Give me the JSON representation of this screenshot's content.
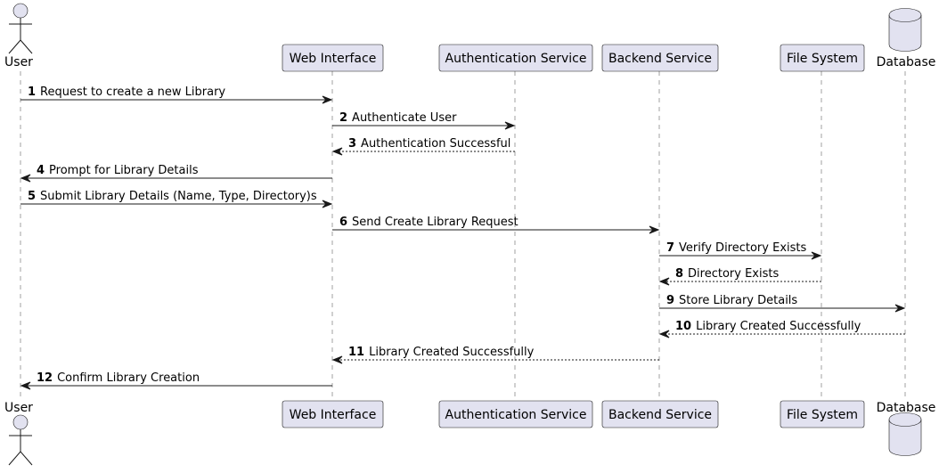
{
  "participants": [
    {
      "id": "user",
      "label": "User",
      "kind": "actor"
    },
    {
      "id": "web",
      "label": "Web Interface",
      "kind": "participant"
    },
    {
      "id": "auth",
      "label": "Authentication Service",
      "kind": "participant"
    },
    {
      "id": "backend",
      "label": "Backend Service",
      "kind": "participant"
    },
    {
      "id": "fs",
      "label": "File System",
      "kind": "participant"
    },
    {
      "id": "db",
      "label": "Database",
      "kind": "database"
    }
  ],
  "messages": [
    {
      "num": "1",
      "text": "Request to create a new Library",
      "from": "user",
      "to": "web",
      "type": "sync"
    },
    {
      "num": "2",
      "text": "Authenticate User",
      "from": "web",
      "to": "auth",
      "type": "sync"
    },
    {
      "num": "3",
      "text": "Authentication Successful",
      "from": "auth",
      "to": "web",
      "type": "return"
    },
    {
      "num": "4",
      "text": "Prompt for Library Details",
      "from": "web",
      "to": "user",
      "type": "sync"
    },
    {
      "num": "5",
      "text": "Submit Library Details (Name, Type, Directory)s",
      "from": "user",
      "to": "web",
      "type": "sync"
    },
    {
      "num": "6",
      "text": "Send Create Library Request",
      "from": "web",
      "to": "backend",
      "type": "sync"
    },
    {
      "num": "7",
      "text": "Verify Directory Exists",
      "from": "backend",
      "to": "fs",
      "type": "sync"
    },
    {
      "num": "8",
      "text": "Directory Exists",
      "from": "fs",
      "to": "backend",
      "type": "return"
    },
    {
      "num": "9",
      "text": "Store Library Details",
      "from": "backend",
      "to": "db",
      "type": "sync"
    },
    {
      "num": "10",
      "text": "Library Created Successfully",
      "from": "db",
      "to": "backend",
      "type": "return"
    },
    {
      "num": "11",
      "text": "Library Created Successfully",
      "from": "backend",
      "to": "web",
      "type": "return"
    },
    {
      "num": "12",
      "text": "Confirm Library Creation",
      "from": "web",
      "to": "user",
      "type": "sync"
    }
  ],
  "colors": {
    "participant_fill": "#e2e2f0",
    "border": "#181818",
    "lifeline": "#a0a0a0"
  }
}
